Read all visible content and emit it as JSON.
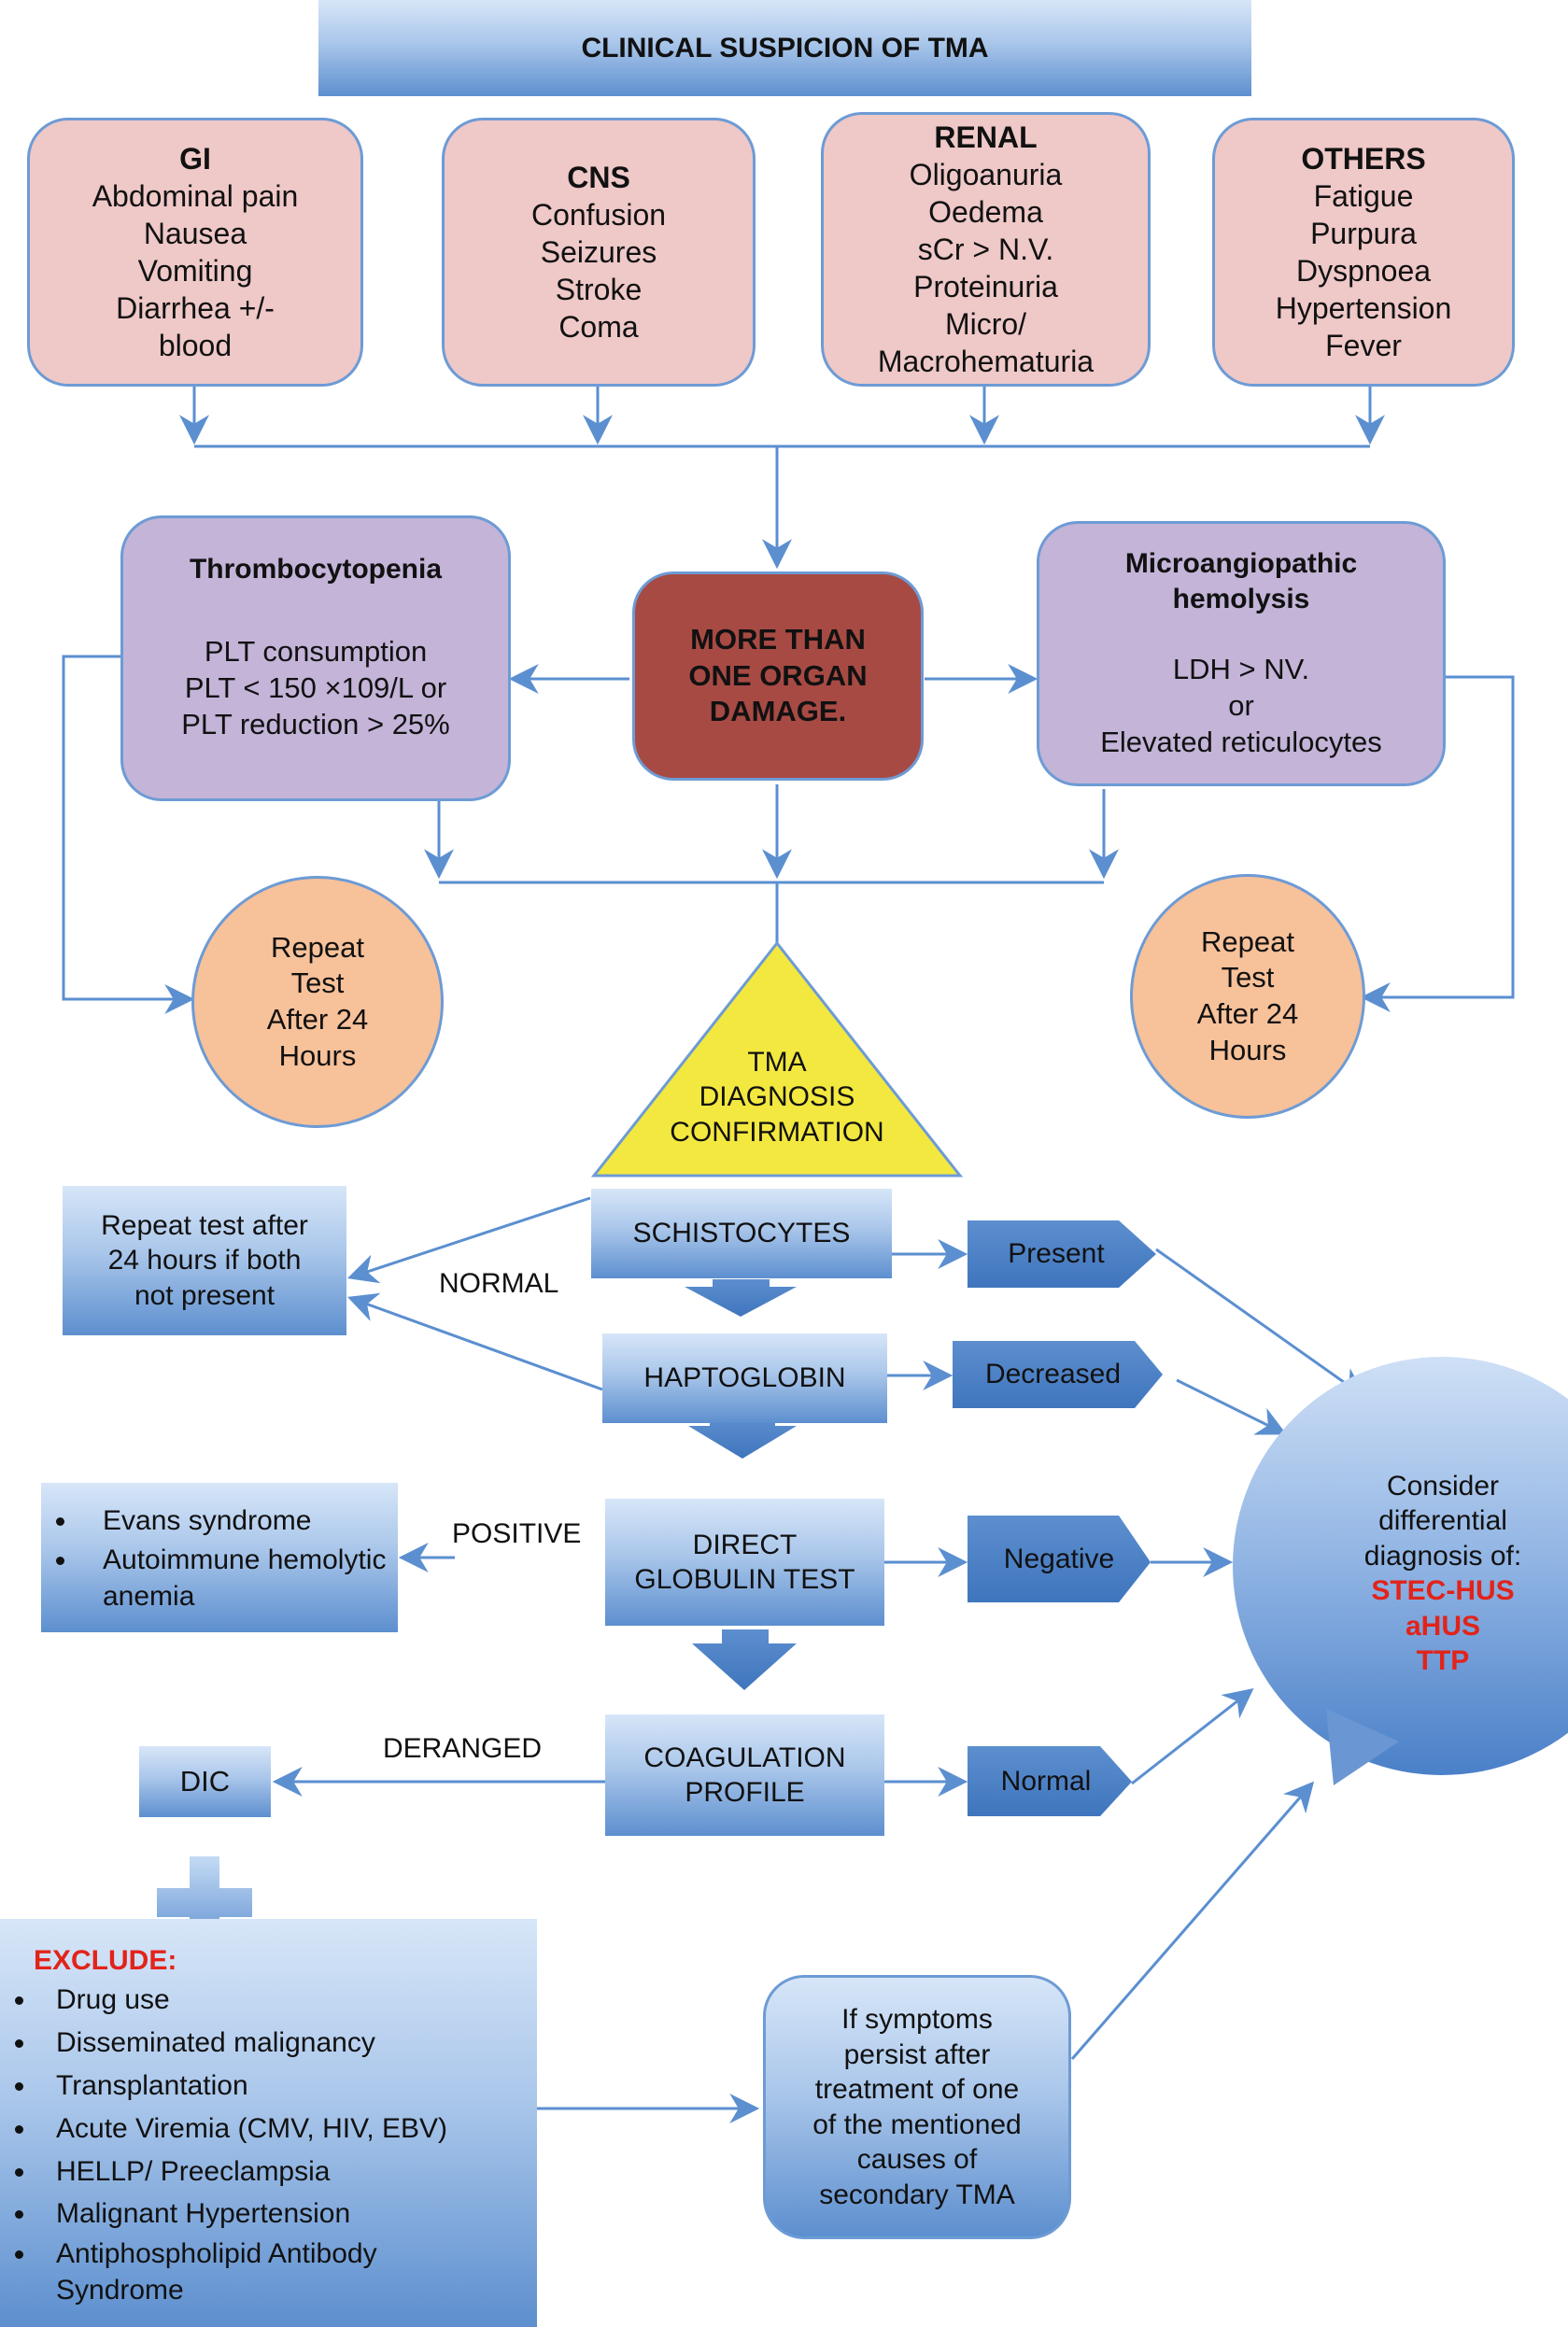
{
  "title": "CLINICAL SUSPICION OF TMA",
  "organs": [
    {
      "head": "GI",
      "lines": [
        "Abdominal pain",
        "Nausea",
        "Vomiting",
        "Diarrhea +/-",
        "blood"
      ]
    },
    {
      "head": "CNS",
      "lines": [
        "Confusion",
        "Seizures",
        "Stroke",
        "Coma"
      ]
    },
    {
      "head": "RENAL",
      "lines": [
        "Oligoanuria",
        "Oedema",
        "sCr > N.V.",
        "Proteinuria",
        "Micro/",
        "Macrohematuria"
      ]
    },
    {
      "head": "OTHERS",
      "lines": [
        "Fatigue",
        "Purpura",
        "Dyspnoea",
        "Hypertension",
        "Fever"
      ]
    }
  ],
  "thrombo": {
    "head": "Thrombocytopenia",
    "lines": [
      "PLT consumption",
      "PLT < 150 ×109/L or",
      "PLT reduction > 25%"
    ]
  },
  "center_box": {
    "lines": [
      "MORE THAN",
      "ONE ORGAN",
      "DAMAGE."
    ]
  },
  "micro": {
    "head": [
      "Microangiopathic",
      "hemolysis"
    ],
    "lines": [
      "LDH > NV.",
      "or",
      "Elevated reticulocytes"
    ]
  },
  "repeat_circle": {
    "lines": [
      "Repeat",
      "Test",
      "After 24",
      "Hours"
    ]
  },
  "triangle": {
    "lines": [
      "TMA",
      "DIAGNOSIS",
      "CONFIRMATION"
    ]
  },
  "repeat_box": {
    "lines": [
      "Repeat test after",
      "24 hours if both",
      "not present"
    ]
  },
  "normal_label": "NORMAL",
  "tests": {
    "schistocytes": [
      "SCHISTOCYTES"
    ],
    "haptoglobin": [
      "HAPTOGLOBIN"
    ],
    "direct": [
      "DIRECT",
      "GLOBULIN TEST"
    ],
    "coag": [
      "COAGULATION",
      "PROFILE"
    ]
  },
  "results": {
    "present": "Present",
    "decreased": "Decreased",
    "negative": "Negative",
    "normal": "Normal"
  },
  "positive_label": "POSITIVE",
  "evans": {
    "items": [
      "Evans syndrome",
      "Autoimmune hemolytic anemia"
    ]
  },
  "deranged_label": "DERANGED",
  "dic": "DIC",
  "exclude": {
    "title": "EXCLUDE:",
    "items": [
      "Drug use",
      "Disseminated malignancy",
      "Transplantation",
      "Acute Viremia (CMV, HIV, EBV)",
      "HELLP/ Preeclampsia",
      "Malignant Hypertension",
      "Antiphospholipid Antibody Syndrome"
    ]
  },
  "persist": {
    "lines": [
      "If symptoms",
      "persist after",
      "treatment of one",
      "of the mentioned",
      "causes of",
      "secondary TMA"
    ]
  },
  "consider": {
    "lines": [
      "Consider",
      "differential",
      "diagnosis of:"
    ],
    "diagnoses": [
      "STEC-HUS",
      "aHUS",
      "TTP"
    ]
  },
  "colors": {
    "line": "#5b8fd0",
    "pink": "#efc8c8",
    "lavender": "#c3b4d8",
    "dark_red": "#a84a44",
    "peach": "#f7c19a",
    "yellow": "#f3e83f",
    "red_text": "#e2231a"
  }
}
